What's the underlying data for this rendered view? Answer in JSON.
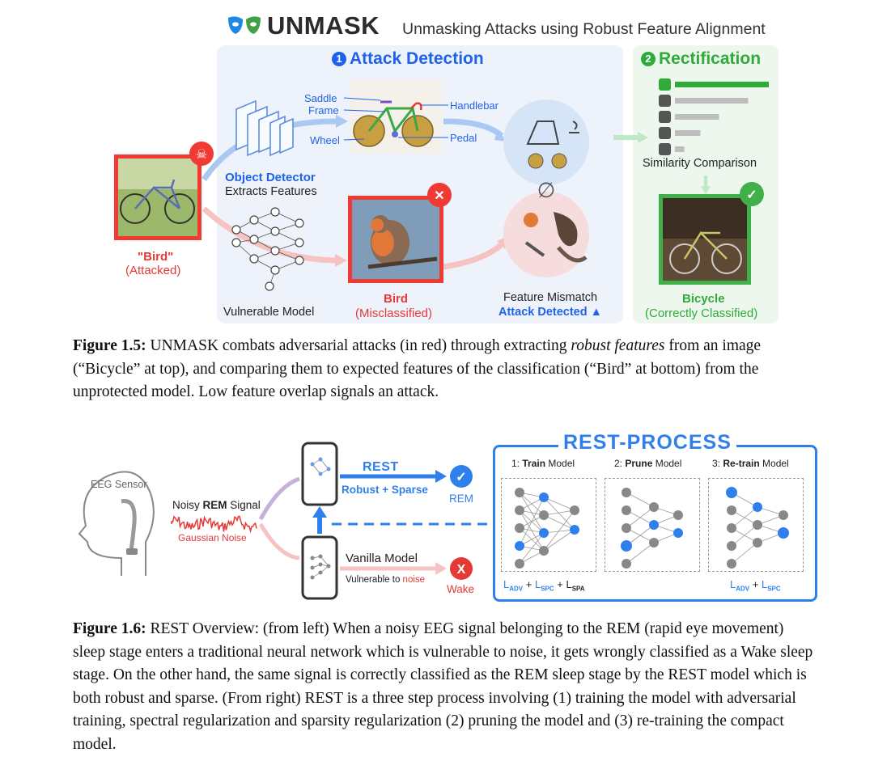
{
  "fig15": {
    "brand": "UNMASK",
    "subtitle": "Unmasking Attacks using Robust Feature Alignment",
    "attack_detection": {
      "num": "1",
      "label": "Attack Detection"
    },
    "rectification": {
      "num": "2",
      "label": "Rectification"
    },
    "attacked": {
      "label": "\"Bird\"",
      "sublabel": "(Attacked)"
    },
    "detector": {
      "label": "Object Detector",
      "sublabel": "Extracts Features"
    },
    "parts": {
      "saddle": "Saddle",
      "frame": "Frame",
      "wheel": "Wheel",
      "handlebar": "Handlebar",
      "pedal": "Pedal"
    },
    "vulnerable_model": "Vulnerable Model",
    "bird": {
      "label": "Bird",
      "sublabel": "(Misclassified)"
    },
    "mismatch": {
      "label": "Feature Mismatch",
      "sublabel": "Attack Detected"
    },
    "similarity": "Similarity Comparison",
    "similarity_levels": [
      1.0,
      0.78,
      0.47,
      0.27,
      0.1
    ],
    "similarity_icons": [
      "bicycle-icon",
      "motorbike-icon",
      "airplane-icon",
      "train-icon",
      "car-icon"
    ],
    "bicycle": {
      "label": "Bicycle",
      "sublabel": "(Correctly Classified)"
    },
    "null_symbol": "∅",
    "colors": {
      "red": "#e53935",
      "blue": "#1e63e9",
      "green": "#2fab3a"
    }
  },
  "caption15": {
    "label": "Figure 1.5:",
    "brand": "UNMASK",
    "t1": " combats adversarial attacks (in red) through extracting ",
    "em": "robust features",
    "t2": " from an image (“Bicycle” at top), and comparing them to expected features of the classification (“Bird” at bottom) from the unprotected model. Low feature overlap signals an attack."
  },
  "fig16": {
    "eeg_sensor": "EEG Sensor",
    "noisy_pre": "Noisy ",
    "noisy_bold": "REM",
    "noisy_post": " Signal",
    "gaussian": "Gaussian Noise",
    "rest": "REST",
    "robust_sparse": "Robust + Sparse",
    "rem": "REM",
    "vanilla": "Vanilla Model",
    "vuln_pre": "Vulnerable to ",
    "vuln_noise": "noise",
    "wake": "Wake",
    "rest_process": "REST-PROCESS",
    "stages": [
      {
        "num": "1:",
        "bold": "Train",
        "rest": " Model"
      },
      {
        "num": "2:",
        "bold": "Prune",
        "rest": " Model"
      },
      {
        "num": "3:",
        "bold": "Re-train",
        "rest": " Model"
      }
    ],
    "loss1": {
      "a": "L",
      "a_sub": "ADV",
      "b": "L",
      "b_sub": "SPC",
      "c": "L",
      "c_sub": "SPA"
    },
    "loss2": {
      "a": "L",
      "a_sub": "ADV",
      "b": "L",
      "b_sub": "SPC"
    }
  },
  "caption16": {
    "label": "Figure 1.6:",
    "text": " REST Overview: (from left) When a noisy EEG signal belonging to the REM (rapid eye movement) sleep stage enters a traditional neural network which is vulnerable to noise, it gets wrongly classified as a Wake sleep stage. On the other hand, the same signal is correctly classified as the REM sleep stage by the REST model which is both robust and sparse. (From right) REST is a three step process involving (1) training the model with adversarial training, spectral regularization and sparsity regularization (2) pruning the model and (3) re-training the compact model."
  }
}
